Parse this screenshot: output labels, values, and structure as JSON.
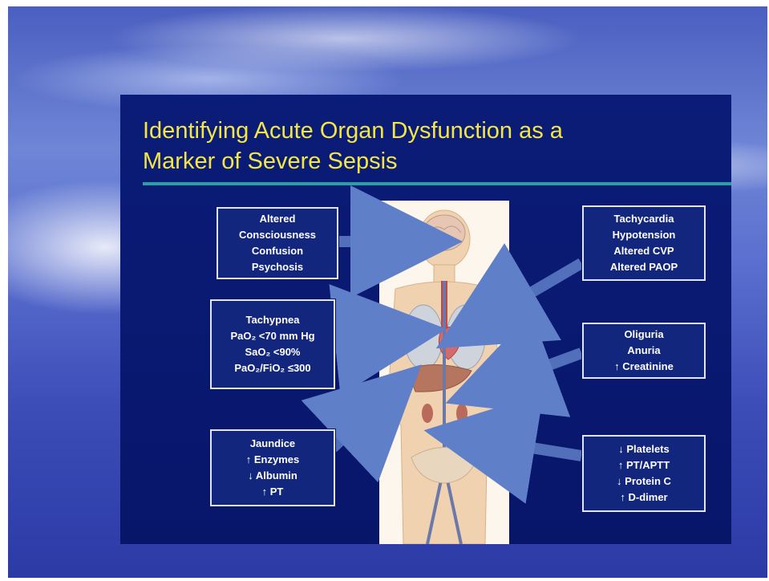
{
  "slide": {
    "title_line1": "Identifying Acute Organ Dysfunction as a",
    "title_line2": "Marker of Severe Sepsis"
  },
  "boxes": {
    "neuro": [
      "Altered",
      "Consciousness",
      "Confusion",
      "Psychosis"
    ],
    "resp": [
      "Tachypnea",
      "PaO₂ <70 mm Hg",
      "SaO₂ <90%",
      "PaO₂/FiO₂ ≤300"
    ],
    "liver": [
      "Jaundice",
      "↑ Enzymes",
      "↓ Albumin",
      "↑ PT"
    ],
    "cardio": [
      "Tachycardia",
      "Hypotension",
      "Altered CVP",
      "Altered PAOP"
    ],
    "renal": [
      "Oliguria",
      "Anuria",
      "↑ Creatinine"
    ],
    "heme": [
      "↓ Platelets",
      "↑ PT/APTT",
      "↓ Protein C",
      "↑ D-dimer"
    ]
  },
  "colors": {
    "title": "#f3e645",
    "slide_bg": "#0a1a6e",
    "rule": "#2aa0a0",
    "arrow": "#5f7fc8"
  }
}
